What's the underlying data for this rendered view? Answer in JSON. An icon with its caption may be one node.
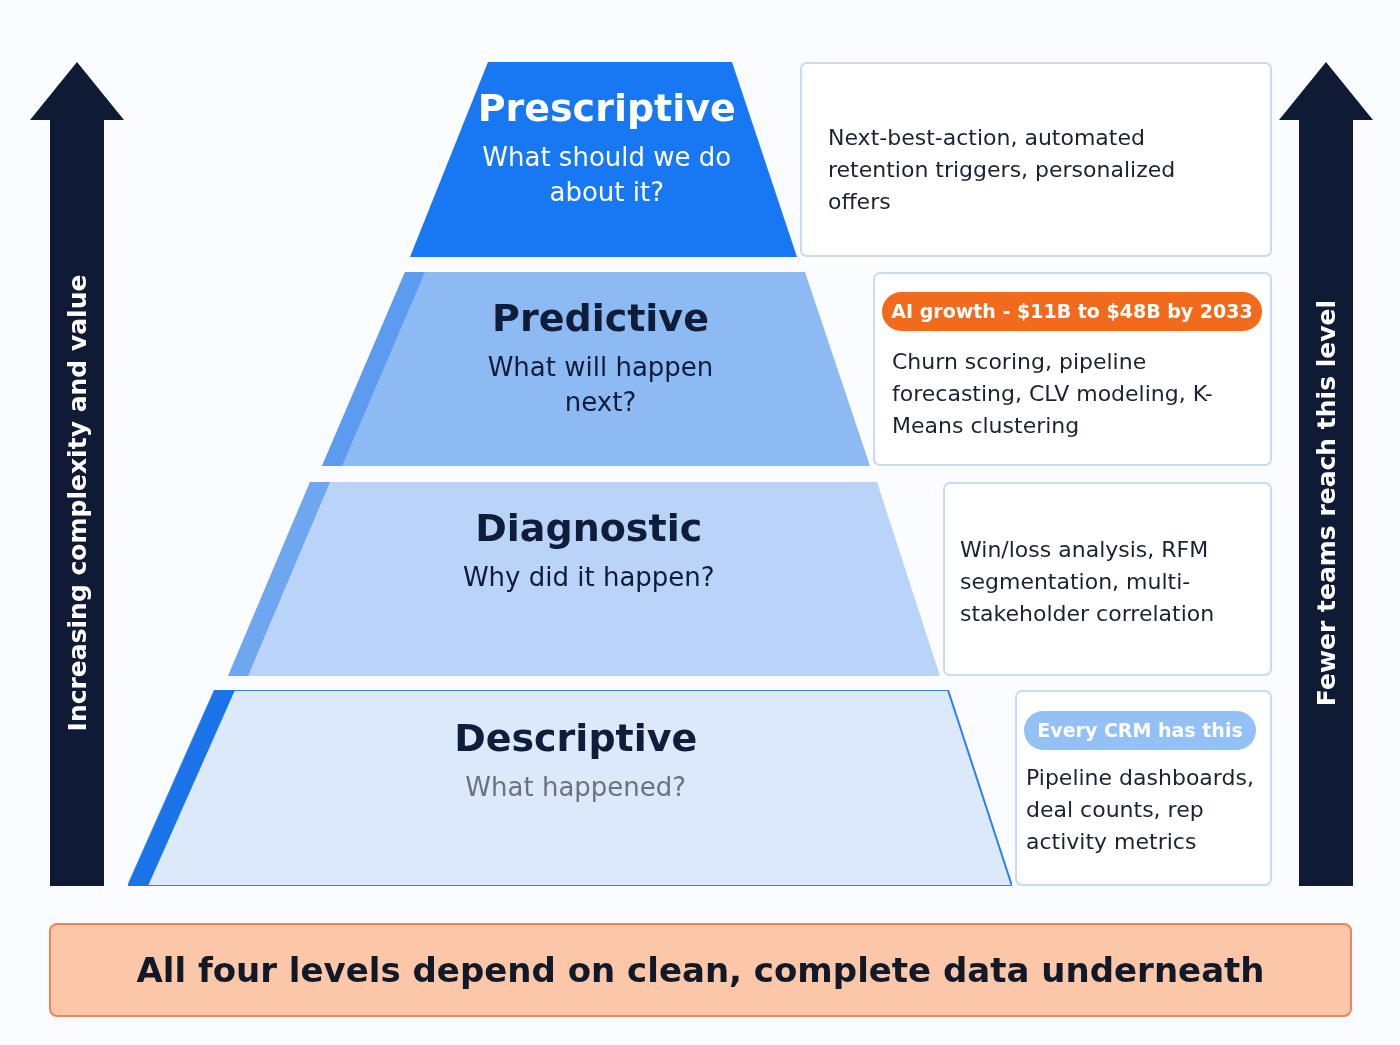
{
  "diagram": {
    "nodes": [
      {
        "text": [
          "Increasing complexity and value"
        ]
      },
      {
        "text": [
          "Prescriptive",
          "What should we do about it?"
        ]
      },
      {
        "text": [
          "Next-best-action, automated retention triggers, personalized offers"
        ]
      },
      {
        "text": [
          "Predictive",
          "What will happen next?"
        ]
      },
      {
        "text": [
          "Churn scoring, pipeline forecasting, CLV modeling, K-Means clustering"
        ]
      },
      {
        "text": [
          "AI growth - $11B to $48B by 2033"
        ],
        "in": 4
      },
      {
        "text": [
          "Diagnostic",
          "Why did it happen?"
        ]
      },
      {
        "text": [
          "Win/loss analysis, RFM segmentation, multi-stakeholder correlation"
        ]
      },
      {
        "text": [
          "Descriptive",
          "What happened?"
        ]
      },
      {
        "text": [
          "Pipeline dashboards, deal counts, rep activity metrics"
        ]
      },
      {
        "text": [
          "Every CRM has this"
        ],
        "in": 9
      },
      {
        "text": [
          "Fewer teams reach this level"
        ]
      },
      {
        "text": [
          "All four levels depend on clean, complete data underneath"
        ]
      }
    ],
    "edges": []
  }
}
